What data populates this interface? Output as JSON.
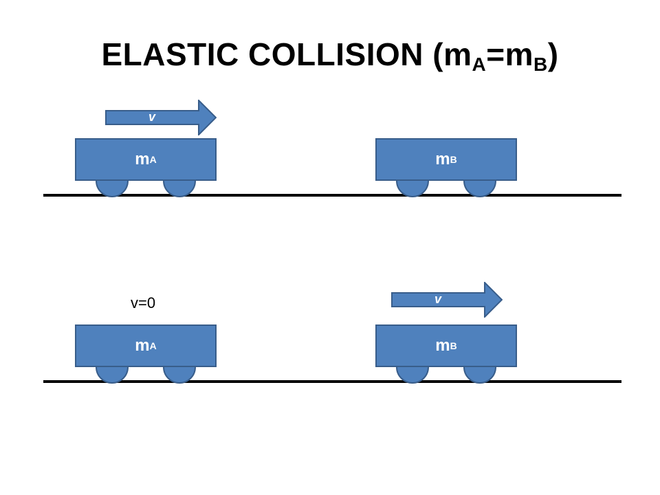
{
  "title": {
    "main": "ELASTIC COLLISION (m",
    "sub_a": "A",
    "mid": "=m",
    "sub_b": "B",
    "end": ")"
  },
  "colors": {
    "cart_fill": "#4f81bd",
    "cart_stroke": "#385d8a",
    "ground": "#000000",
    "text_on_shape": "#ffffff"
  },
  "scene_before": {
    "cart_a": {
      "label": "m",
      "sub": "A"
    },
    "cart_b": {
      "label": "m",
      "sub": "B"
    },
    "velocity_arrow": {
      "label": "v",
      "icon": "arrow-right-icon"
    }
  },
  "scene_after": {
    "cart_a": {
      "label": "m",
      "sub": "A",
      "velocity_label": "v=0"
    },
    "cart_b": {
      "label": "m",
      "sub": "B"
    },
    "velocity_arrow": {
      "label": "v",
      "icon": "arrow-right-icon"
    }
  }
}
